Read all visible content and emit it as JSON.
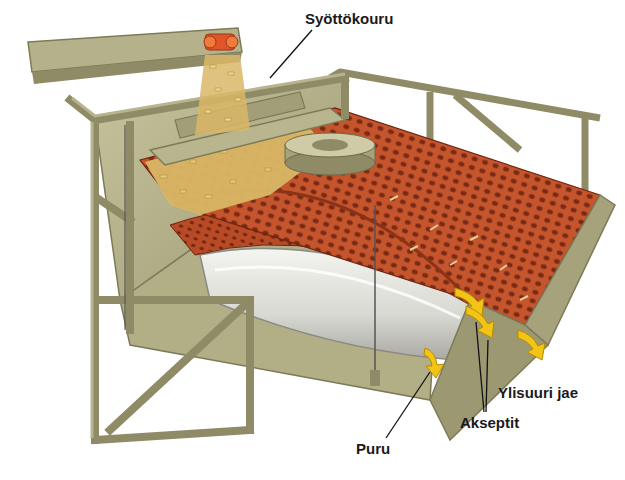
{
  "diagram": {
    "labels": [
      "Syöttökouru",
      "Ylisuuri jae",
      "Akseptit",
      "Puru"
    ]
  }
}
